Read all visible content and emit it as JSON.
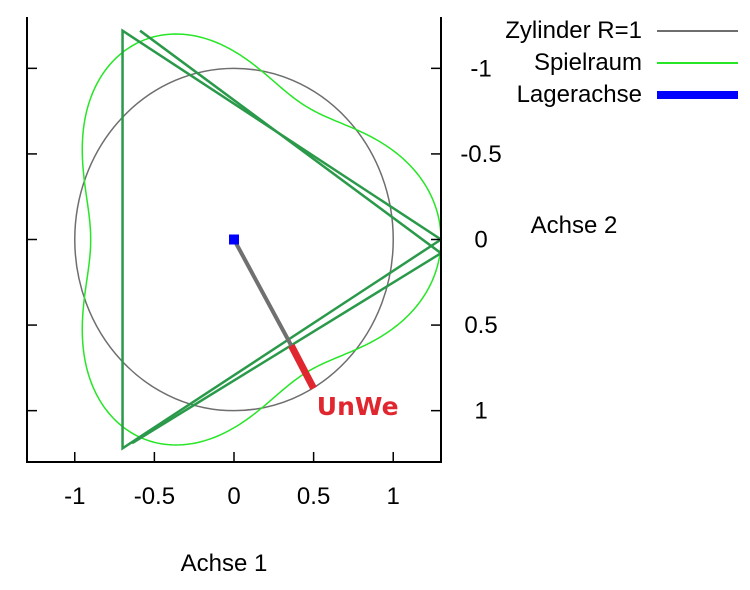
{
  "chart_data": {
    "type": "line",
    "title": "",
    "xlabel": "Achse 1",
    "ylabel": "Achse 2",
    "xlim": [
      -1.3,
      1.3
    ],
    "ylim": [
      -1.3,
      1.3
    ],
    "y_inverted": true,
    "grid": false,
    "legend_position": "top-right",
    "x_ticks": [
      {
        "value": -1,
        "label": "-1"
      },
      {
        "value": -0.5,
        "label": "-0.5"
      },
      {
        "value": 0,
        "label": "0"
      },
      {
        "value": 0.5,
        "label": "0.5"
      },
      {
        "value": 1,
        "label": "1"
      }
    ],
    "y_ticks": [
      {
        "value": -1,
        "label": "-1"
      },
      {
        "value": -0.5,
        "label": "-0.5"
      },
      {
        "value": 0,
        "label": "0"
      },
      {
        "value": 0.5,
        "label": "0.5"
      },
      {
        "value": 1,
        "label": "1"
      }
    ],
    "series": [
      {
        "name": "Zylinder R=1",
        "color": "#6e6e6e",
        "kind": "circle",
        "center": [
          0,
          0
        ],
        "radius": 1.0
      },
      {
        "name": "Spielraum",
        "color": "#26e626",
        "kind": "trilobe",
        "base_radius": 1.1,
        "amplitude": 0.2,
        "lobes": 3,
        "lobe_angle_deg": 0
      },
      {
        "name": "Lagerachse",
        "color": "#0000ff",
        "kind": "point",
        "points": [
          [
            0,
            0
          ]
        ]
      }
    ],
    "triangle": {
      "color": "#2a9a4a",
      "vertices": [
        [
          -0.7,
          -1.22
        ],
        [
          1.3,
          0
        ],
        [
          -0.7,
          1.22
        ]
      ],
      "extra_segments": [
        {
          "from": [
            -0.59,
            -1.22
          ],
          "to": [
            1.3,
            0.08
          ]
        },
        {
          "from": [
            -0.64,
            1.19
          ],
          "to": [
            1.3,
            0.08
          ]
        }
      ]
    },
    "vectors": [
      {
        "from": [
          0,
          0
        ],
        "to": [
          0.36,
          0.62
        ],
        "color": "#707070"
      },
      {
        "from": [
          0.36,
          0.62
        ],
        "to": [
          0.5,
          0.87
        ],
        "color": "#e0262e"
      }
    ],
    "annotations": [
      {
        "text": "UnWe",
        "at": [
          0.52,
          0.98
        ],
        "color": "#e0262e"
      }
    ]
  }
}
